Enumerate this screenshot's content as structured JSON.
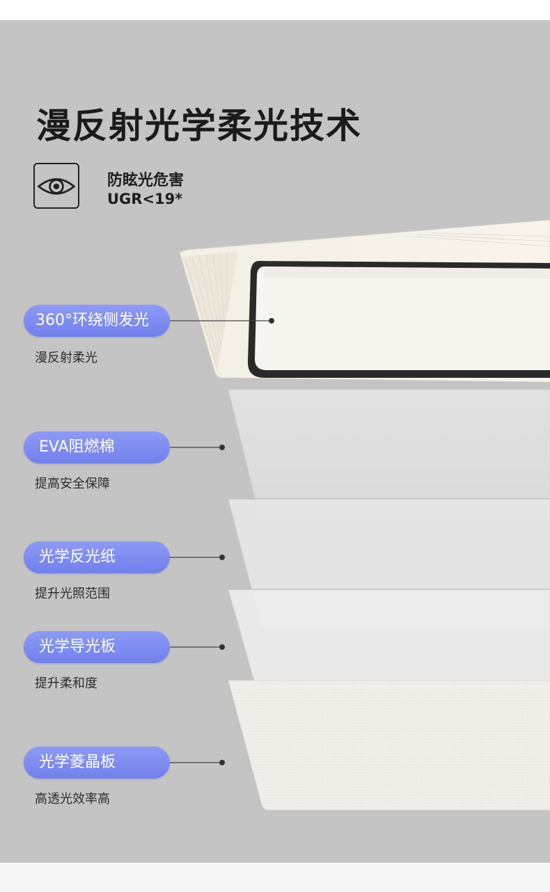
{
  "header": {
    "title": "漫反射光学柔光技术",
    "feature_icon": "eye-icon",
    "feature_title": "防眩光危害",
    "feature_value": "UGR<19*"
  },
  "layers": [
    {
      "label": "360°环绕侧发光",
      "description": "漫反射柔光"
    },
    {
      "label": "EVA阻燃棉",
      "description": "提高安全保障"
    },
    {
      "label": "光学反光纸",
      "description": "提升光照范围"
    },
    {
      "label": "光学导光板",
      "description": "提升柔和度"
    },
    {
      "label": "光学菱晶板",
      "description": "高透光效率高"
    }
  ],
  "colors": {
    "panel_background": "#c4c4c4",
    "pill_gradient_top": "#8e9af6",
    "pill_gradient_bottom": "#7180ec",
    "title_text": "#1b1b1b"
  }
}
